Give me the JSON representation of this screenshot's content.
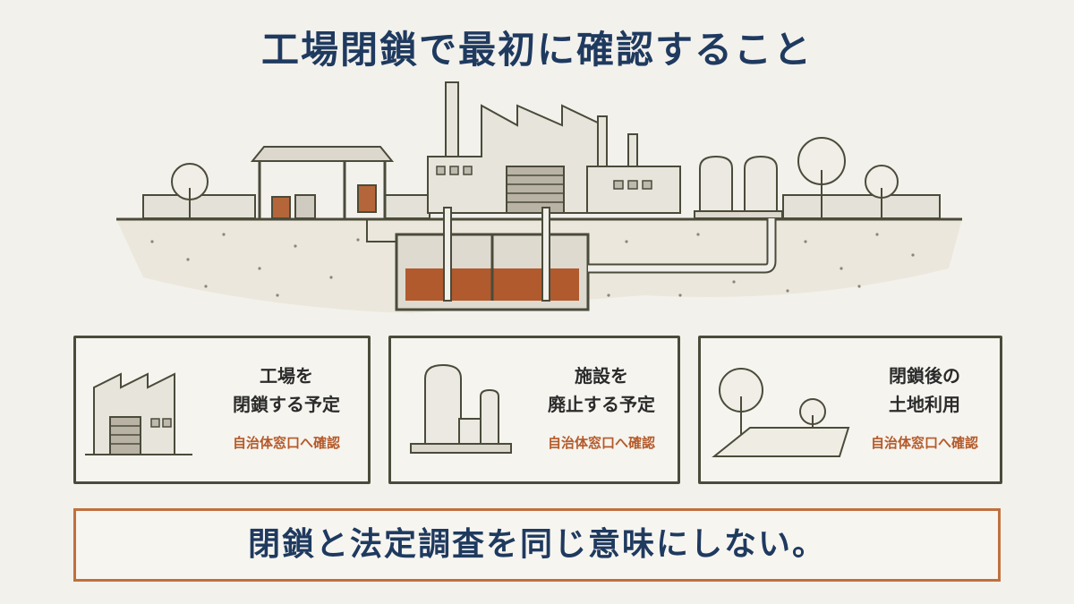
{
  "title": "工場閉鎖で最初に確認すること",
  "cards": [
    {
      "label_line1": "工場を",
      "label_line2": "閉鎖する予定",
      "action": "自治体窓口へ確認"
    },
    {
      "label_line1": "施設を",
      "label_line2": "廃止する予定",
      "action": "自治体窓口へ確認"
    },
    {
      "label_line1": "閉鎖後の",
      "label_line2": "土地利用",
      "action": "自治体窓口へ確認"
    }
  ],
  "banner": "閉鎖と法定調査を同じ意味にしない。",
  "colors": {
    "title": "#1f3a5f",
    "accent": "#b45a2a",
    "border": "#4a4b3a",
    "banner_border": "#c0703f",
    "background": "#f3f1ec"
  }
}
